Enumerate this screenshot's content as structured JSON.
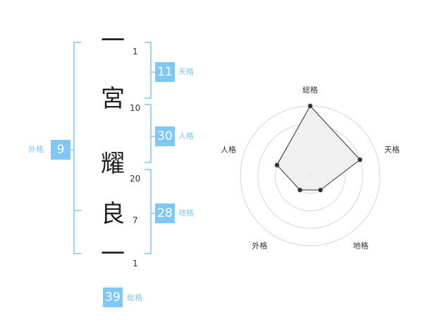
{
  "name_chars": [
    "一",
    "宮",
    "耀",
    "良",
    "一"
  ],
  "stroke_counts": [
    "1",
    "10",
    "20",
    "7",
    "1"
  ],
  "fortunes": {
    "tenkaku": {
      "label": "天格",
      "value": "11"
    },
    "jinkaku": {
      "label": "人格",
      "value": "30"
    },
    "chikaku": {
      "label": "地格",
      "value": "28"
    },
    "gaikaku": {
      "label": "外格",
      "value": "9"
    },
    "soukaku": {
      "label": "総格",
      "value": "39"
    }
  },
  "radar": {
    "axes": [
      "総格",
      "天格",
      "地格",
      "外格",
      "人格"
    ],
    "levels": [
      4,
      3,
      1,
      1,
      2
    ],
    "max_level": 4,
    "rings": 4
  },
  "colors": {
    "accent": "#7fc7f4",
    "ring": "#cccccc",
    "fill": "#eeeeee",
    "line": "#333333"
  }
}
